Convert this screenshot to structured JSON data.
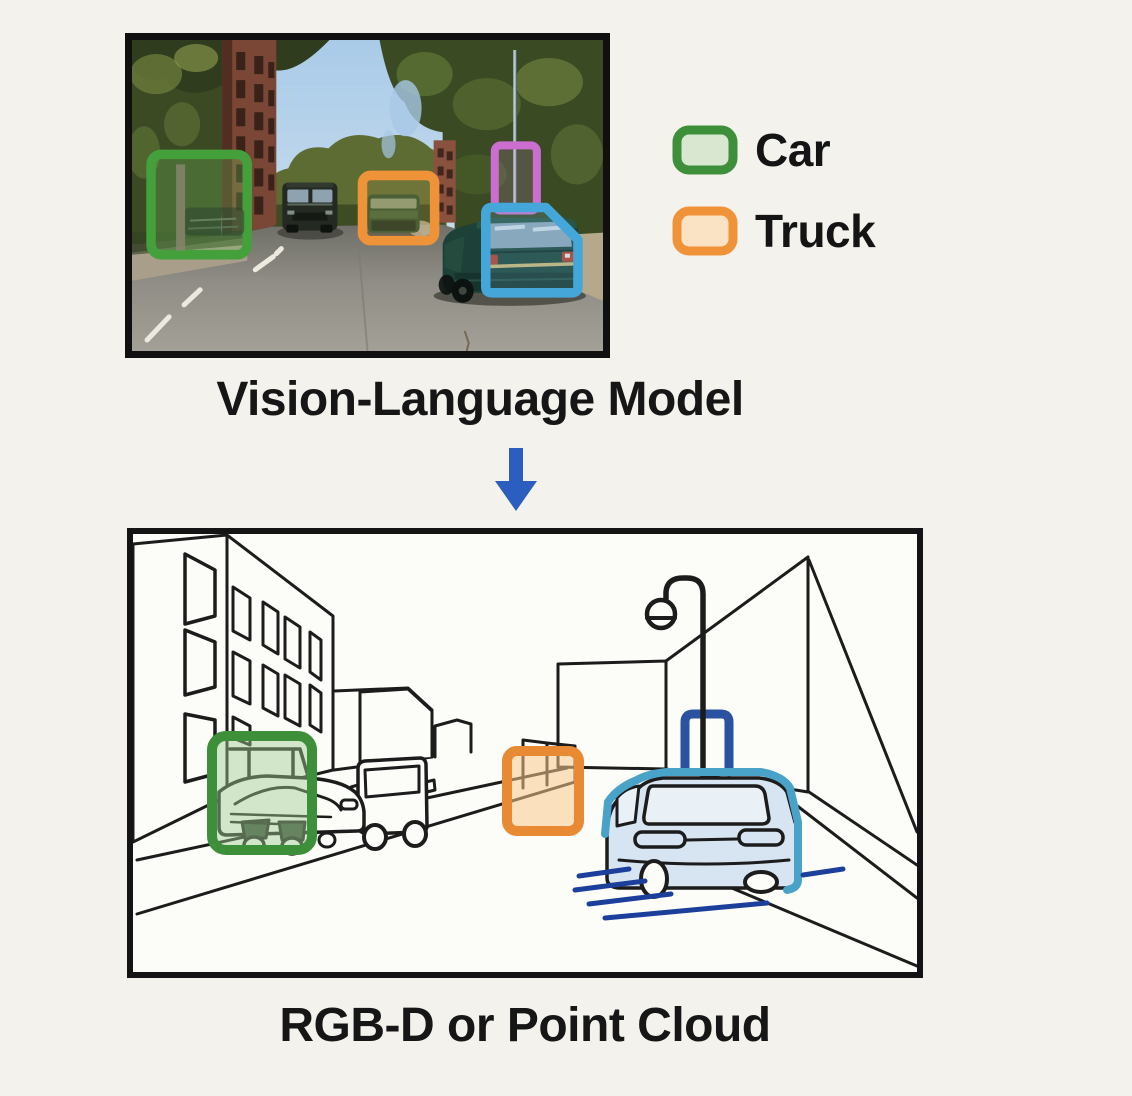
{
  "figure": {
    "background": "#f4f2ec",
    "captions": {
      "photo": "Vision-Language Model",
      "sketch": "RGB-D or Point Cloud"
    },
    "legend": {
      "items": [
        {
          "label": "Car",
          "swatch_fill": "#d9e7d1",
          "swatch_border": "#3e8f39"
        },
        {
          "label": "Truck",
          "swatch_fill": "#fae3c5",
          "swatch_border": "#f09238"
        }
      ]
    },
    "arrow": {
      "direction": "down",
      "color": "#2c5ec0"
    },
    "photo_panel": {
      "detections": [
        {
          "name": "car-left",
          "class": "Car",
          "box_color": "#43a03a"
        },
        {
          "name": "truck-ahead",
          "class": "Truck",
          "box_color": "#ef9338"
        },
        {
          "name": "pole-right",
          "box_color": "#cc6ed0"
        },
        {
          "name": "car-right",
          "box_color": "#45a6da"
        }
      ]
    },
    "sketch_panel": {
      "annotations": [
        {
          "name": "car-left-box",
          "class": "Car",
          "box_color": "#3e8f3a"
        },
        {
          "name": "truck-ahead-box",
          "class": "Truck",
          "box_color": "#e78a33"
        },
        {
          "name": "pole-bracket",
          "box_color": "#2a52a0"
        },
        {
          "name": "car-right-outline",
          "box_color": "#49a3c9"
        }
      ]
    }
  }
}
